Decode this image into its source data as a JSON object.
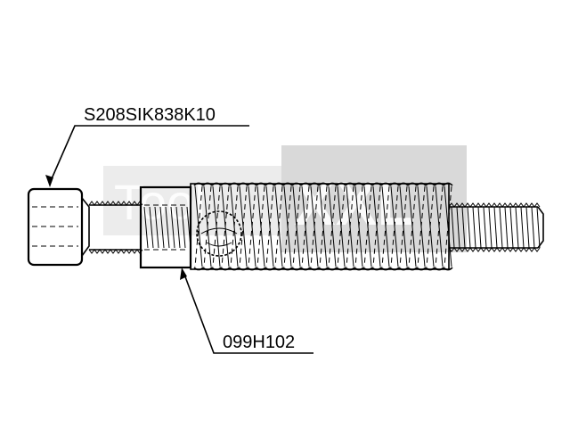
{
  "labels": {
    "screw_part_number": "S208SIK838K10",
    "sleeve_part_number": "099H102"
  },
  "watermark": {
    "text": "Tool XXL",
    "color_light": "#e6e6e6",
    "color_dark": "#d0d0d0"
  }
}
